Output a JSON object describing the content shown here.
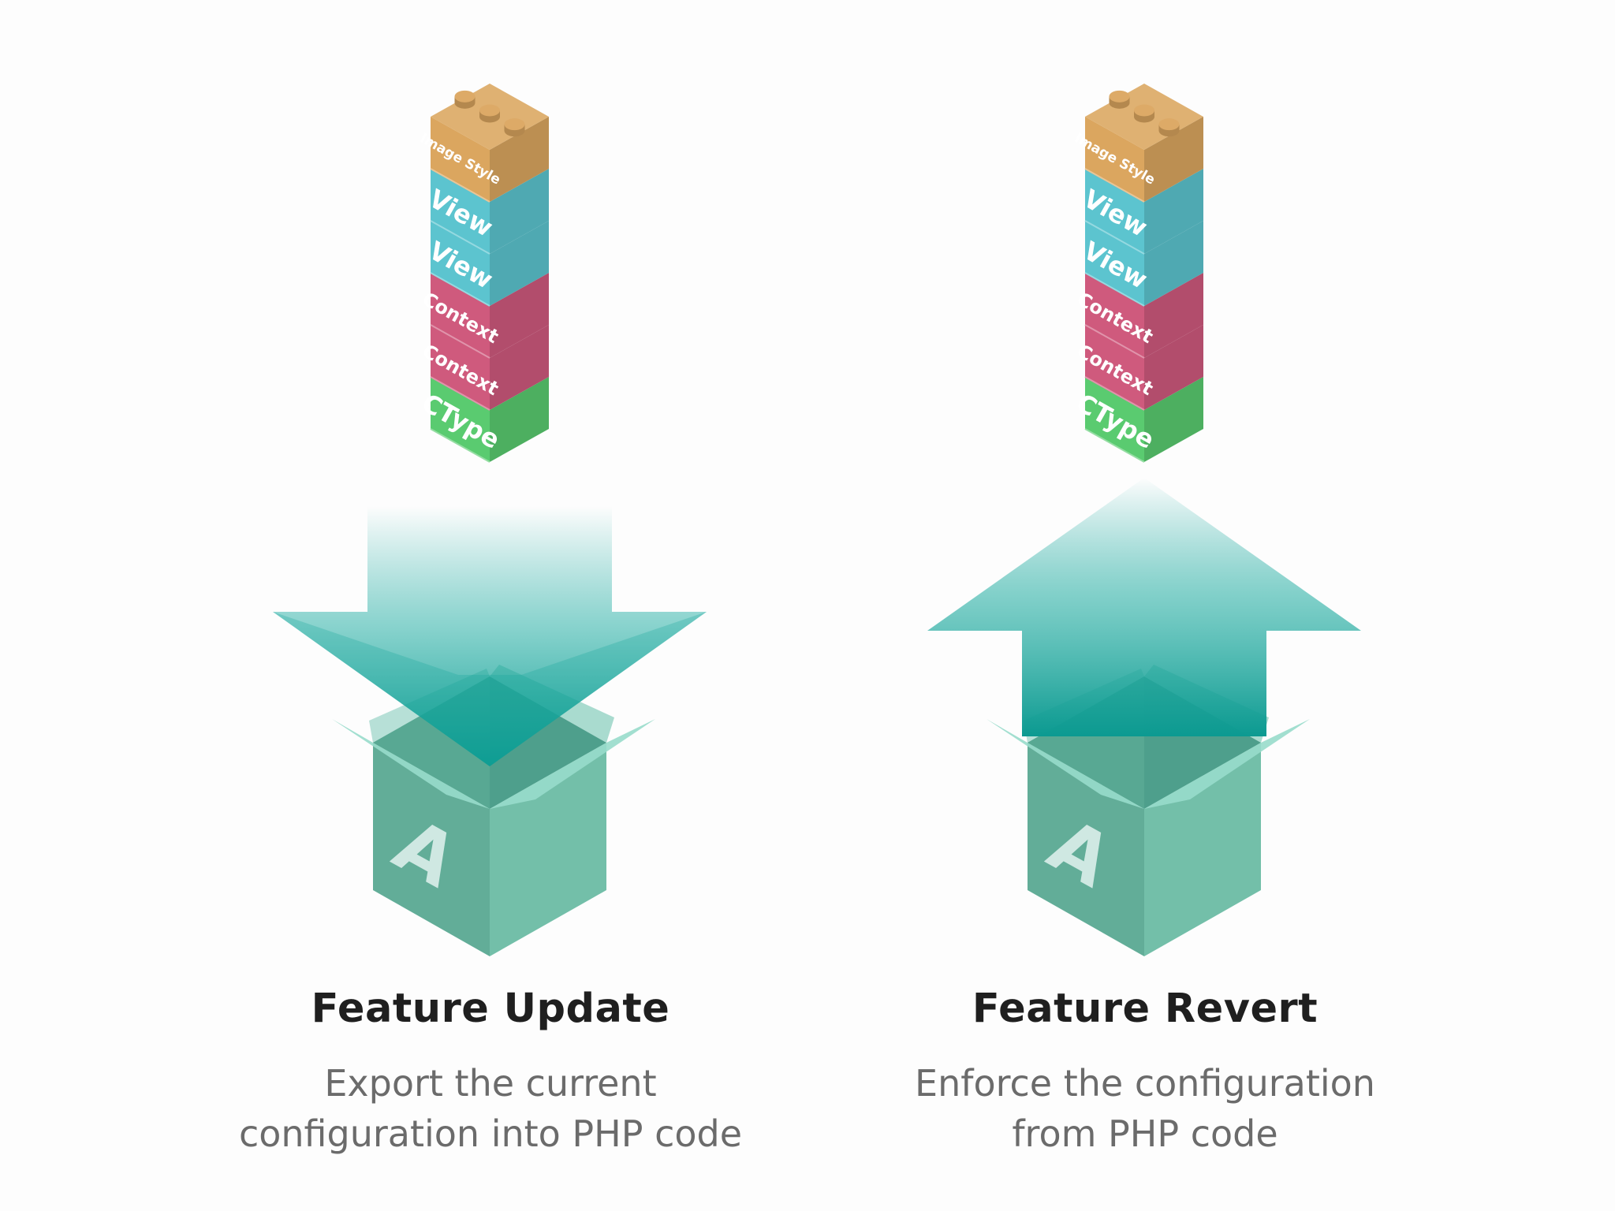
{
  "panels": [
    {
      "id": "update",
      "title": "Feature Update",
      "description_lines": [
        "Export the current",
        "configuration into PHP code"
      ],
      "arrow_direction": "down",
      "box_letter": "A"
    },
    {
      "id": "revert",
      "title": "Feature Revert",
      "description_lines": [
        "Enforce the configuration",
        "from PHP code"
      ],
      "arrow_direction": "up",
      "box_letter": "A"
    }
  ],
  "stack_bricks": [
    {
      "label": "Image Style",
      "color": "#dba65f"
    },
    {
      "label": "View",
      "color": "#5cc4cf"
    },
    {
      "label": "View",
      "color": "#5cc4cf"
    },
    {
      "label": "Context",
      "color": "#cf5a7d"
    },
    {
      "label": "Context",
      "color": "#cf5a7d"
    },
    {
      "label": "CType",
      "color": "#5acb70"
    }
  ],
  "colors": {
    "arrow_teal": "#0fa39a",
    "box_teal": "#6fbcaa",
    "title_text": "#1f1f1f",
    "description_text": "#6b6b6b"
  }
}
